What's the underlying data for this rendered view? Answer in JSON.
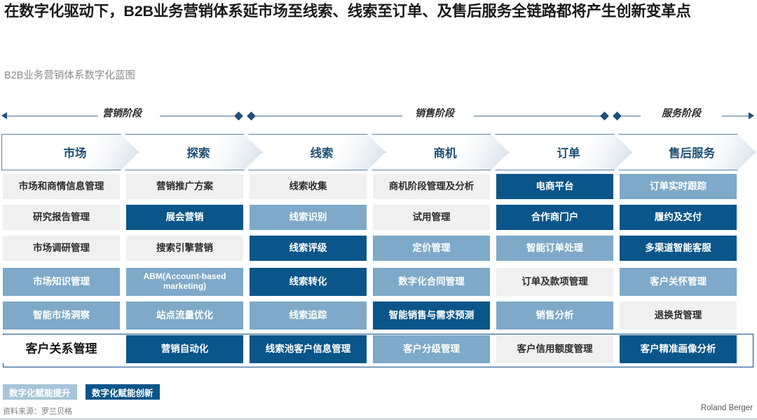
{
  "header": {
    "title": "在数字化驱动下，B2B业务营销体系延市场至线索、线索至订单、及售后服务全链路都将产生创新变革点",
    "subtitle": "B2B业务营销体系数字化蓝图"
  },
  "phases": [
    {
      "label": "营销阶段"
    },
    {
      "label": "销售阶段"
    },
    {
      "label": "服务阶段"
    }
  ],
  "stages": [
    {
      "label": "市场"
    },
    {
      "label": "探索"
    },
    {
      "label": "线索"
    },
    {
      "label": "商机"
    },
    {
      "label": "订单"
    },
    {
      "label": "售后服务"
    }
  ],
  "columns": [
    {
      "stage": "市场",
      "cells": [
        {
          "label": "市场和商情信息管理",
          "style": "gray"
        },
        {
          "label": "研究报告管理",
          "style": "gray"
        },
        {
          "label": "市场调研管理",
          "style": "gray"
        },
        {
          "label": "市场知识管理",
          "style": "light"
        },
        {
          "label": "智能市场洞察",
          "style": "light"
        },
        {
          "label": "客户关系管理",
          "style": "emphasis"
        }
      ]
    },
    {
      "stage": "探索",
      "cells": [
        {
          "label": "营销推广方案",
          "style": "gray"
        },
        {
          "label": "展会营销",
          "style": "dark"
        },
        {
          "label": "搜索引擎营销",
          "style": "gray"
        },
        {
          "label": "ABM(Account-based marketing)",
          "style": "light",
          "small": true
        },
        {
          "label": "站点流量优化",
          "style": "light"
        },
        {
          "label": "营销自动化",
          "style": "dark"
        }
      ]
    },
    {
      "stage": "线索",
      "cells": [
        {
          "label": "线索收集",
          "style": "gray"
        },
        {
          "label": "线索识别",
          "style": "light"
        },
        {
          "label": "线索评级",
          "style": "dark"
        },
        {
          "label": "线索转化",
          "style": "dark"
        },
        {
          "label": "线索追踪",
          "style": "light"
        },
        {
          "label": "线索池客户信息管理",
          "style": "dark"
        }
      ]
    },
    {
      "stage": "商机",
      "cells": [
        {
          "label": "商机阶段管理及分析",
          "style": "gray"
        },
        {
          "label": "试用管理",
          "style": "gray"
        },
        {
          "label": "定价管理",
          "style": "light"
        },
        {
          "label": "数字化合同管理",
          "style": "light"
        },
        {
          "label": "智能销售与需求预测",
          "style": "dark"
        },
        {
          "label": "客户分级管理",
          "style": "light"
        }
      ]
    },
    {
      "stage": "订单",
      "cells": [
        {
          "label": "电商平台",
          "style": "dark"
        },
        {
          "label": "合作商门户",
          "style": "dark"
        },
        {
          "label": "智能订单处理",
          "style": "light"
        },
        {
          "label": "订单及款项管理",
          "style": "gray"
        },
        {
          "label": "销售分析",
          "style": "light"
        },
        {
          "label": "客户信用额度管理",
          "style": "gray"
        }
      ]
    },
    {
      "stage": "售后服务",
      "cells": [
        {
          "label": "订单实时跟踪",
          "style": "light"
        },
        {
          "label": "履约及交付",
          "style": "dark"
        },
        {
          "label": "多渠道智能客服",
          "style": "dark"
        },
        {
          "label": "客户关怀管理",
          "style": "light"
        },
        {
          "label": "退换货管理",
          "style": "gray"
        },
        {
          "label": "客户精准画像分析",
          "style": "dark"
        }
      ]
    }
  ],
  "legend": [
    {
      "label": "数字化赋能提升",
      "color": "#a8c4d8"
    },
    {
      "label": "数字化赋能创新",
      "color": "#0a5589"
    }
  ],
  "footer": {
    "source": "资料来源：罗兰贝格",
    "brand": "Roland Berger"
  },
  "colors": {
    "dark_blue": "#0a5589",
    "light_blue": "#7ea9c8",
    "gray": "#f0f0f0",
    "accent_line": "#4a7296"
  }
}
